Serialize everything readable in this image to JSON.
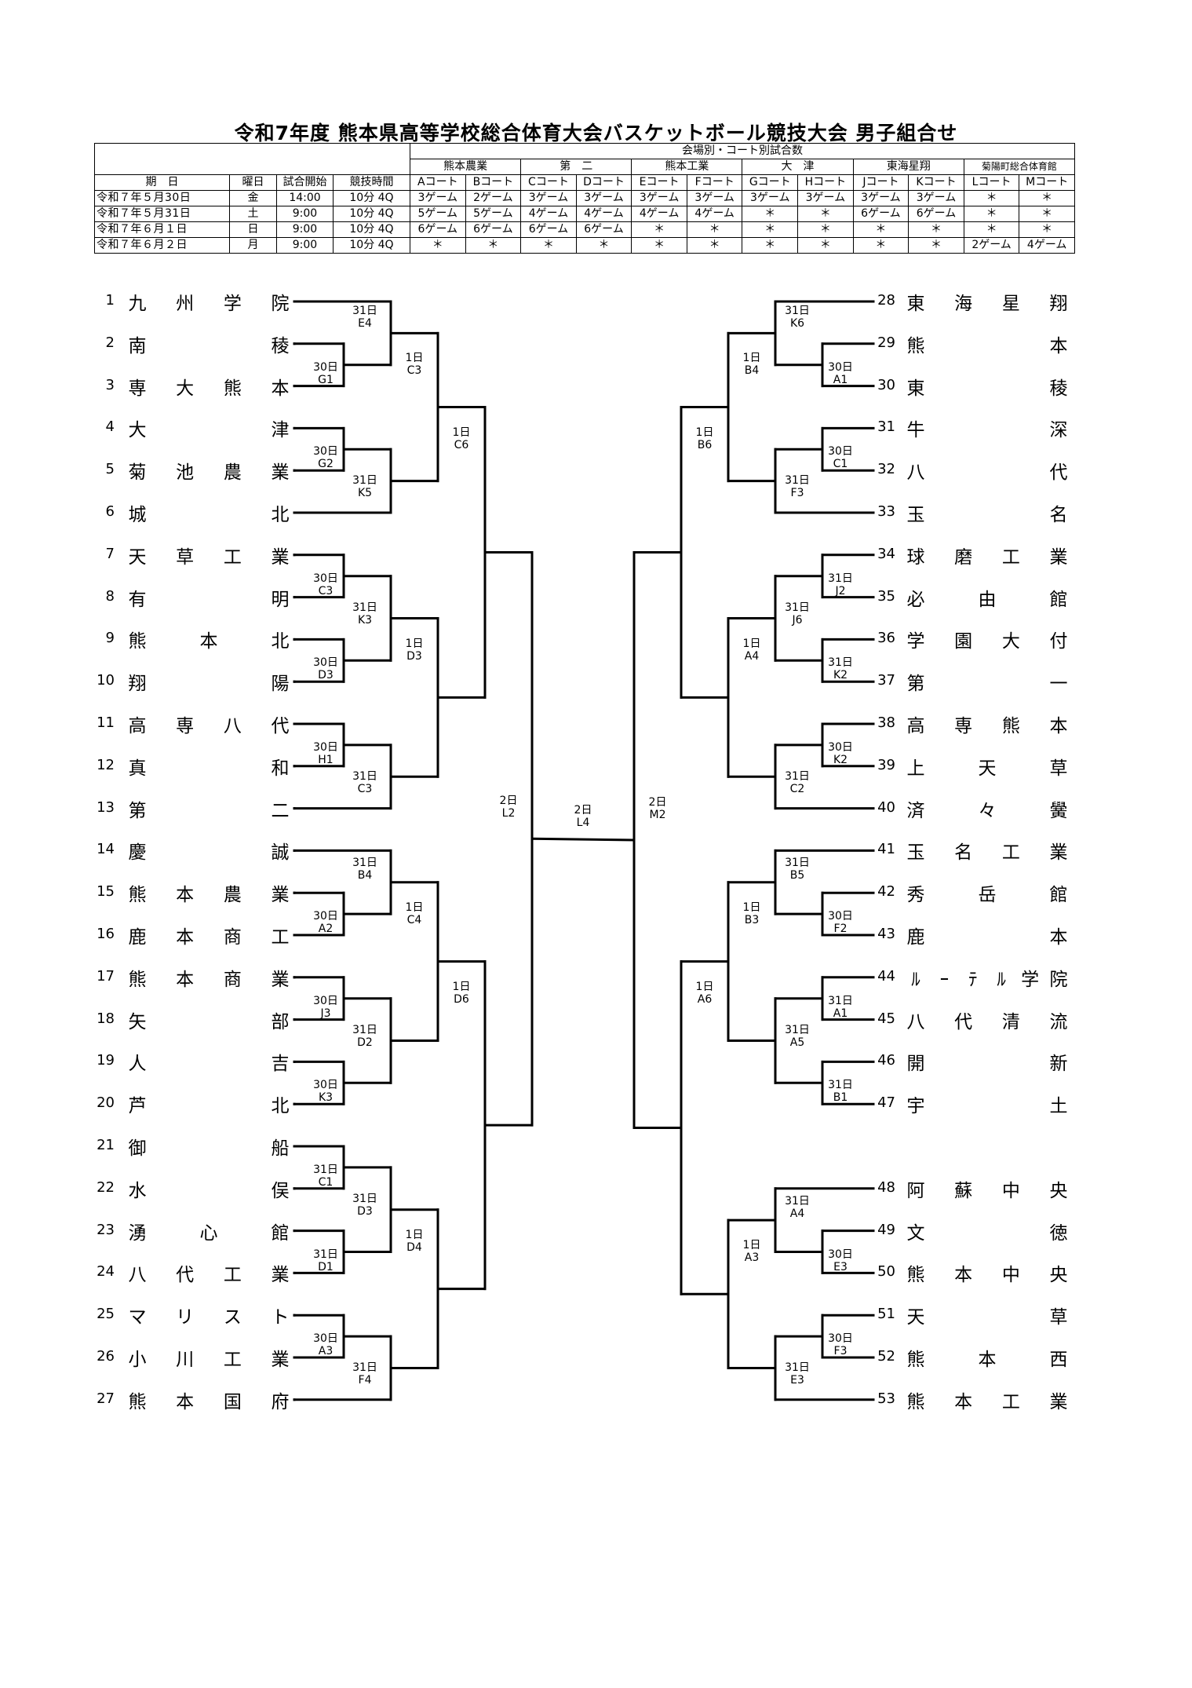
{
  "title": "令和7年度 熊本県高等学校総合体育大会バスケットボール競技大会 男子組合せ",
  "schedule": {
    "header_group": "会場別・コート別試合数",
    "venues": [
      "熊本農業",
      "第　二",
      "熊本工業",
      "大　津",
      "東海星翔",
      "菊陽町総合体育館"
    ],
    "col_headers": [
      "期　日",
      "曜日",
      "試合開始",
      "競技時間"
    ],
    "courts": [
      "Aコート",
      "Bコート",
      "Cコート",
      "Dコート",
      "Eコート",
      "Fコート",
      "Gコート",
      "Hコート",
      "Jコート",
      "Kコート",
      "Lコート",
      "Mコート"
    ],
    "rows": [
      {
        "date": "令和７年５月30日",
        "day": "金",
        "start": "14:00",
        "time": "10分 4Q",
        "games": [
          "3ゲーム",
          "2ゲーム",
          "3ゲーム",
          "3ゲーム",
          "3ゲーム",
          "3ゲーム",
          "3ゲーム",
          "3ゲーム",
          "3ゲーム",
          "3ゲーム",
          "＊",
          "＊"
        ]
      },
      {
        "date": "令和７年５月31日",
        "day": "土",
        "start": "9:00",
        "time": "10分 4Q",
        "games": [
          "5ゲーム",
          "5ゲーム",
          "4ゲーム",
          "4ゲーム",
          "4ゲーム",
          "4ゲーム",
          "＊",
          "＊",
          "6ゲーム",
          "6ゲーム",
          "＊",
          "＊"
        ]
      },
      {
        "date": "令和７年６月１日",
        "day": "日",
        "start": "9:00",
        "time": "10分 4Q",
        "games": [
          "6ゲーム",
          "6ゲーム",
          "6ゲーム",
          "6ゲーム",
          "＊",
          "＊",
          "＊",
          "＊",
          "＊",
          "＊",
          "＊",
          "＊"
        ]
      },
      {
        "date": "令和７年６月２日",
        "day": "月",
        "start": "9:00",
        "time": "10分 4Q",
        "games": [
          "＊",
          "＊",
          "＊",
          "＊",
          "＊",
          "＊",
          "＊",
          "＊",
          "＊",
          "＊",
          "2ゲーム",
          "4ゲーム"
        ]
      }
    ]
  },
  "teams_left": [
    {
      "no": "1",
      "name": "九州学院"
    },
    {
      "no": "2",
      "name": "南　　　稜"
    },
    {
      "no": "3",
      "name": "専大熊本"
    },
    {
      "no": "4",
      "name": "大　　　津"
    },
    {
      "no": "5",
      "name": "菊池農業"
    },
    {
      "no": "6",
      "name": "城　　　北"
    },
    {
      "no": "7",
      "name": "天草工業"
    },
    {
      "no": "8",
      "name": "有　　　明"
    },
    {
      "no": "9",
      "name": "熊　本　北"
    },
    {
      "no": "10",
      "name": "翔　　　陽"
    },
    {
      "no": "11",
      "name": "高専八代"
    },
    {
      "no": "12",
      "name": "真　　　和"
    },
    {
      "no": "13",
      "name": "第　　　二"
    },
    {
      "no": "14",
      "name": "慶　　　誠"
    },
    {
      "no": "15",
      "name": "熊本農業"
    },
    {
      "no": "16",
      "name": "鹿本商工"
    },
    {
      "no": "17",
      "name": "熊本商業"
    },
    {
      "no": "18",
      "name": "矢　　　部"
    },
    {
      "no": "19",
      "name": "人　　　吉"
    },
    {
      "no": "20",
      "name": "芦　　　北"
    },
    {
      "no": "21",
      "name": "御　　　船"
    },
    {
      "no": "22",
      "name": "水　　　俣"
    },
    {
      "no": "23",
      "name": "湧　心　館"
    },
    {
      "no": "24",
      "name": "八代工業"
    },
    {
      "no": "25",
      "name": "マリスト"
    },
    {
      "no": "26",
      "name": "小川工業"
    },
    {
      "no": "27",
      "name": "熊本国府"
    }
  ],
  "teams_right": [
    {
      "no": "28",
      "name": "東海星翔"
    },
    {
      "no": "29",
      "name": "熊　　　本"
    },
    {
      "no": "30",
      "name": "東　　　稜"
    },
    {
      "no": "31",
      "name": "牛　　　深"
    },
    {
      "no": "32",
      "name": "八　　　代"
    },
    {
      "no": "33",
      "name": "玉　　　名"
    },
    {
      "no": "34",
      "name": "球磨工業"
    },
    {
      "no": "35",
      "name": "必　由　館"
    },
    {
      "no": "36",
      "name": "学園大付"
    },
    {
      "no": "37",
      "name": "第　　　一"
    },
    {
      "no": "38",
      "name": "高専熊本"
    },
    {
      "no": "39",
      "name": "上　天　草"
    },
    {
      "no": "40",
      "name": "済　々　黌"
    },
    {
      "no": "41",
      "name": "玉名工業"
    },
    {
      "no": "42",
      "name": "秀　岳　館"
    },
    {
      "no": "43",
      "name": "鹿　　　本"
    },
    {
      "no": "44",
      "name": "ﾙｰﾃﾙ学院"
    },
    {
      "no": "45",
      "name": "八代清流"
    },
    {
      "no": "46",
      "name": "開　　　新"
    },
    {
      "no": "47",
      "name": "宇　　　土"
    },
    {
      "no": "48",
      "name": "阿蘇中央"
    },
    {
      "no": "49",
      "name": "文　　　徳"
    },
    {
      "no": "50",
      "name": "熊本中央"
    },
    {
      "no": "51",
      "name": "天　　　草"
    },
    {
      "no": "52",
      "name": "熊　本　西"
    },
    {
      "no": "53",
      "name": "熊本工業"
    }
  ],
  "match_labels_left": [
    {
      "day": "31日",
      "game": "E4"
    },
    {
      "day": "30日",
      "game": "G1"
    },
    {
      "day": "1日",
      "game": "C3"
    },
    {
      "day": "30日",
      "game": "G2"
    },
    {
      "day": "31日",
      "game": "K5"
    },
    {
      "day": "1日",
      "game": "C6"
    },
    {
      "day": "30日",
      "game": "C3"
    },
    {
      "day": "31日",
      "game": "K3"
    },
    {
      "day": "30日",
      "game": "D3"
    },
    {
      "day": "1日",
      "game": "D3"
    },
    {
      "day": "30日",
      "game": "H1"
    },
    {
      "day": "31日",
      "game": "C3"
    },
    {
      "day": "2日",
      "game": "L2"
    },
    {
      "day": "31日",
      "game": "B4"
    },
    {
      "day": "30日",
      "game": "A2"
    },
    {
      "day": "1日",
      "game": "C4"
    },
    {
      "day": "30日",
      "game": "J3"
    },
    {
      "day": "31日",
      "game": "D2"
    },
    {
      "day": "30日",
      "game": "K3"
    },
    {
      "day": "1日",
      "game": "D6"
    },
    {
      "day": "31日",
      "game": "C1"
    },
    {
      "day": "31日",
      "game": "D3"
    },
    {
      "day": "31日",
      "game": "D1"
    },
    {
      "day": "1日",
      "game": "D4"
    },
    {
      "day": "30日",
      "game": "A3"
    },
    {
      "day": "31日",
      "game": "F4"
    }
  ],
  "final_label": {
    "day": "2日",
    "game": "L4"
  },
  "match_labels_right": [
    {
      "day": "31日",
      "game": "K6"
    },
    {
      "day": "30日",
      "game": "A1"
    },
    {
      "day": "1日",
      "game": "B4"
    },
    {
      "day": "30日",
      "game": "C1"
    },
    {
      "day": "31日",
      "game": "F3"
    },
    {
      "day": "1日",
      "game": "B6"
    },
    {
      "day": "31日",
      "game": "J2"
    },
    {
      "day": "31日",
      "game": "J6"
    },
    {
      "day": "31日",
      "game": "K2"
    },
    {
      "day": "1日",
      "game": "A4"
    },
    {
      "day": "30日",
      "game": "K2"
    },
    {
      "day": "31日",
      "game": "C2"
    },
    {
      "day": "2日",
      "game": "M2"
    },
    {
      "day": "31日",
      "game": "B5"
    },
    {
      "day": "30日",
      "game": "F2"
    },
    {
      "day": "1日",
      "game": "B3"
    },
    {
      "day": "31日",
      "game": "A1"
    },
    {
      "day": "31日",
      "game": "A5"
    },
    {
      "day": "31日",
      "game": "B1"
    },
    {
      "day": "1日",
      "game": "A6"
    },
    {
      "day": "31日",
      "game": "A4"
    },
    {
      "day": "30日",
      "game": "E3"
    },
    {
      "day": "1日",
      "game": "A3"
    },
    {
      "day": "30日",
      "game": "F3"
    },
    {
      "day": "31日",
      "game": "E3"
    }
  ]
}
